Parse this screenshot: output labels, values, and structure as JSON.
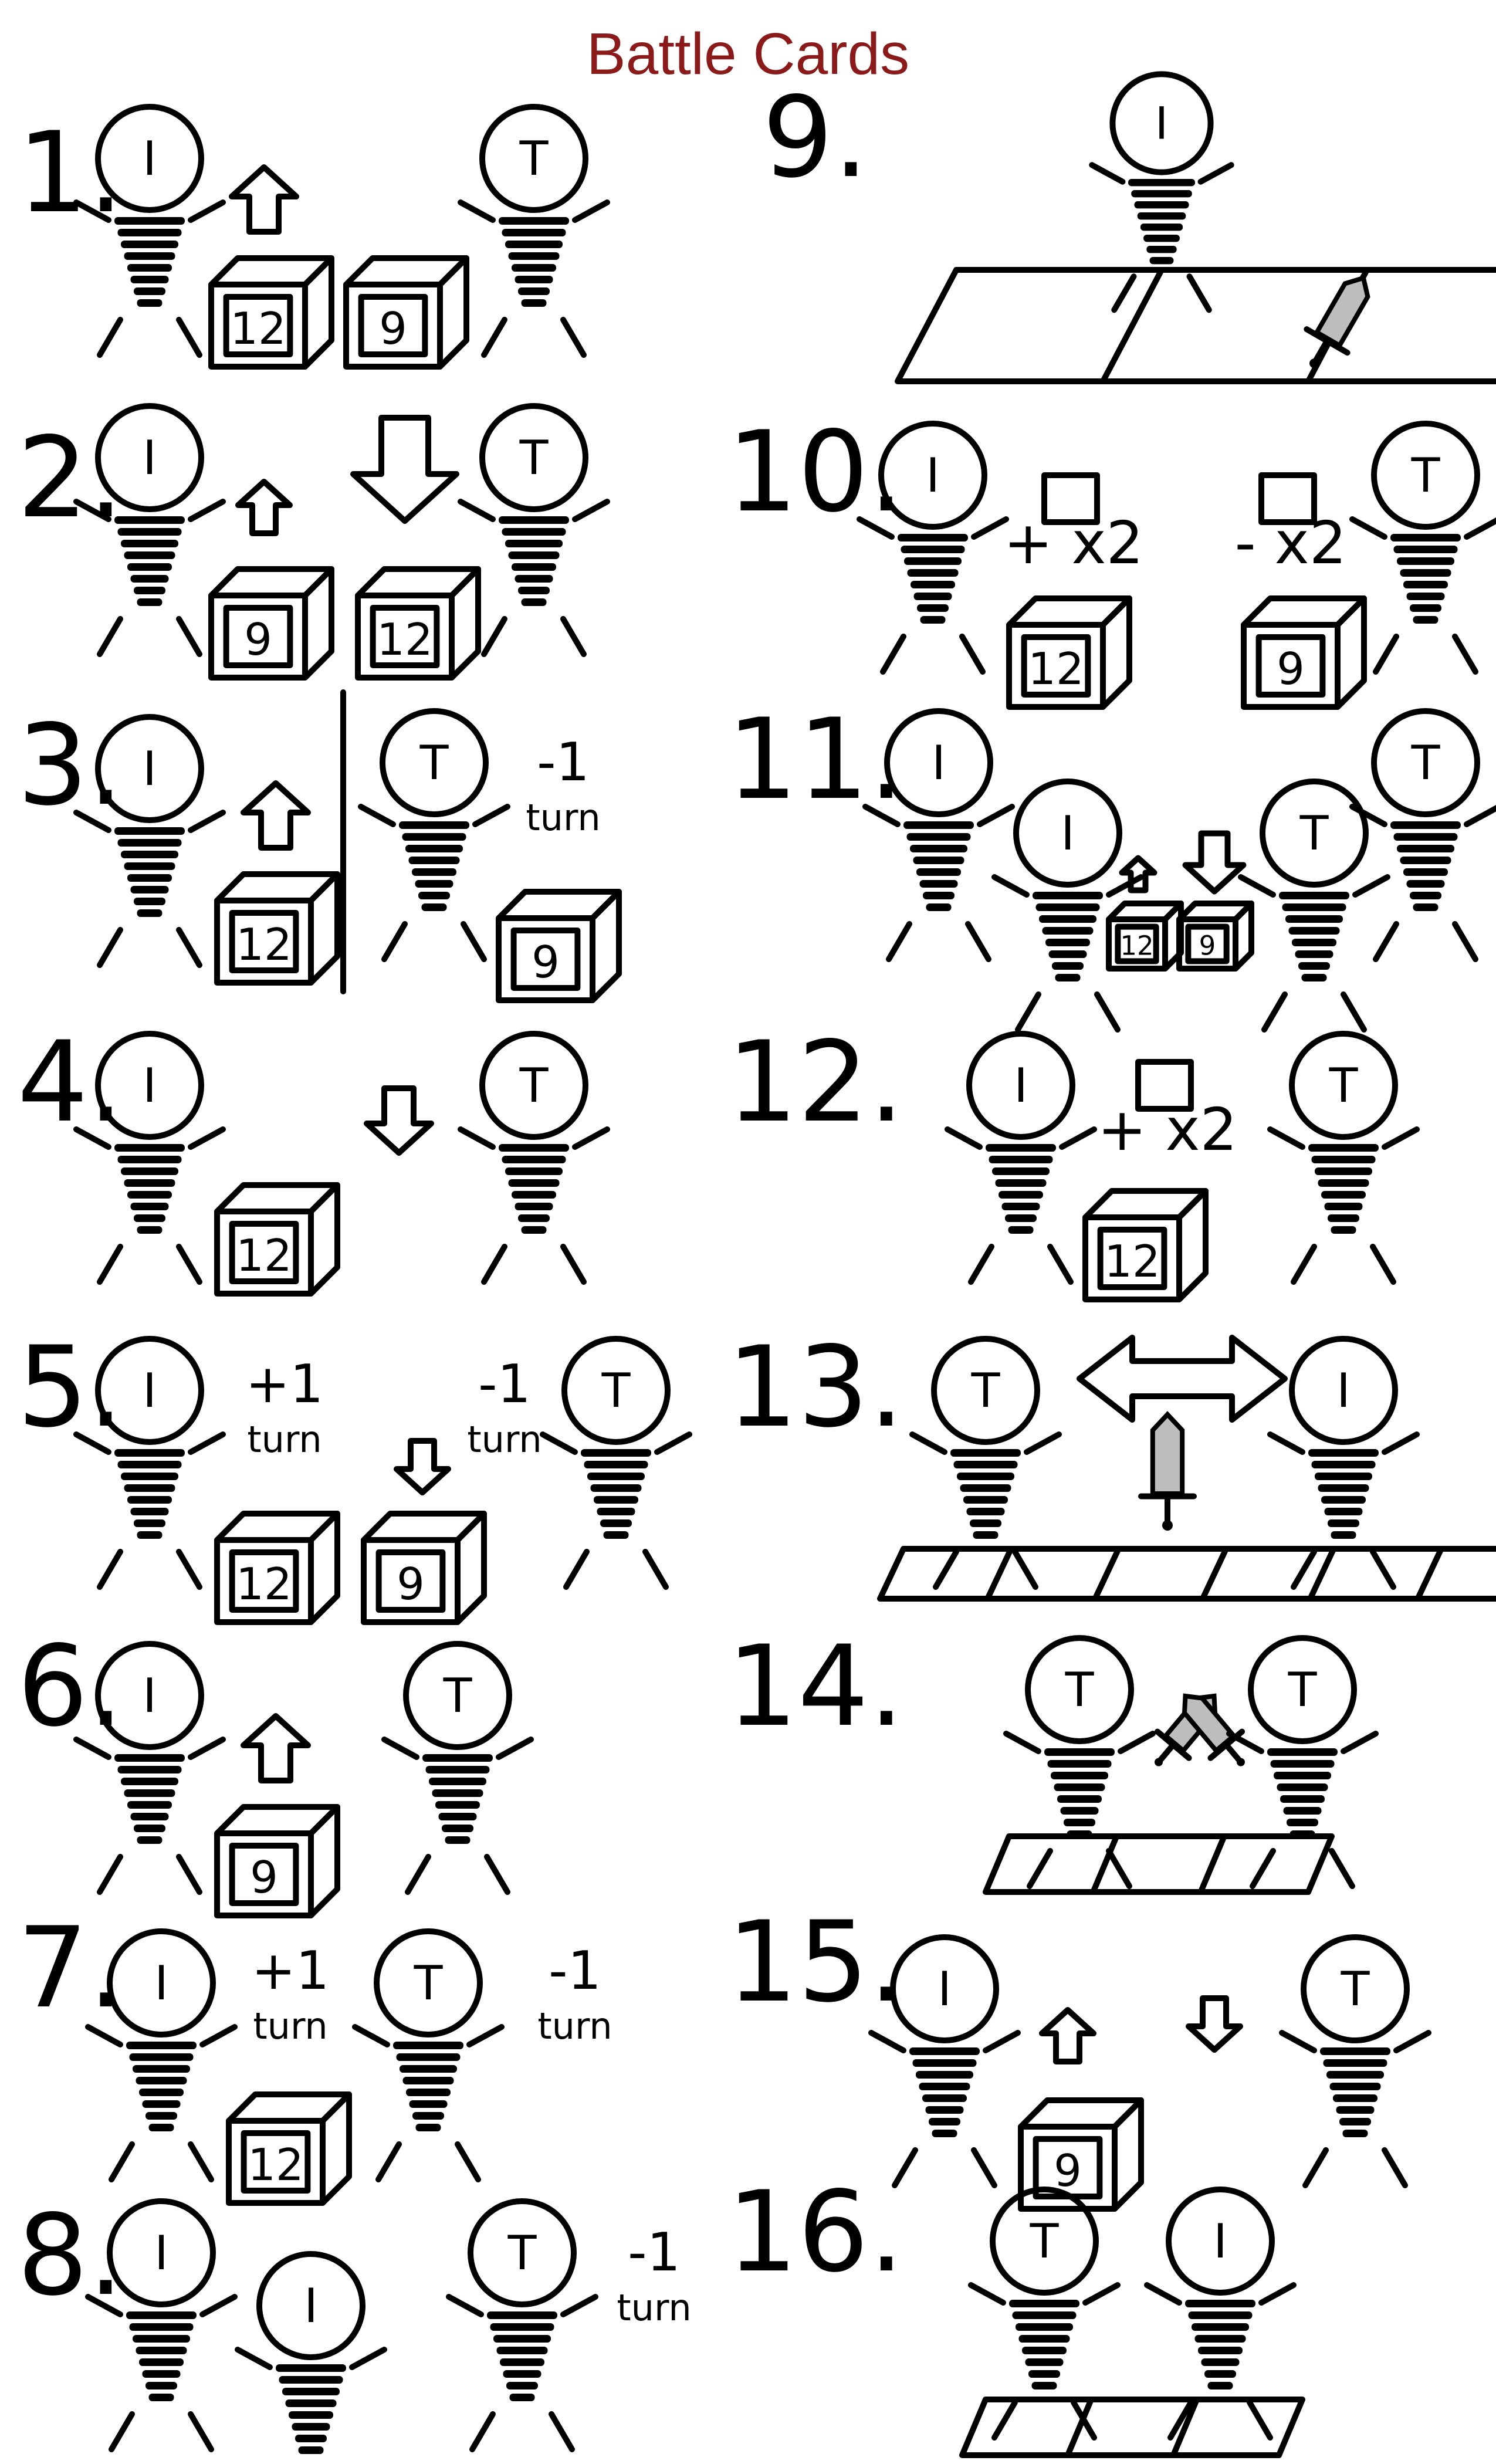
{
  "title": "Battle Cards",
  "accent_color": "#8b1a1a",
  "cards": [
    {
      "number": "1.",
      "left_head": "I",
      "right_head": "T",
      "dice": [
        "12",
        "9"
      ]
    },
    {
      "number": "2.",
      "left_head": "I",
      "right_head": "T",
      "dice": [
        "9",
        "12"
      ]
    },
    {
      "number": "3.",
      "left_head": "I",
      "right_head": "T",
      "dice": [
        "12",
        "9"
      ],
      "modifier": "-1",
      "modifier_word": "turn"
    },
    {
      "number": "4.",
      "left_head": "I",
      "right_head": "T",
      "dice": [
        "12"
      ]
    },
    {
      "number": "5.",
      "left_head": "I",
      "right_head": "T",
      "dice": [
        "12",
        "9"
      ],
      "left_modifier": "+1",
      "right_modifier": "-1",
      "modifier_word": "turn"
    },
    {
      "number": "6.",
      "left_head": "I",
      "right_head": "T",
      "dice": [
        "9"
      ]
    },
    {
      "number": "7.",
      "left_head": "I",
      "right_head": "T",
      "dice": [
        "12"
      ],
      "left_modifier": "+1",
      "right_modifier": "-1",
      "modifier_word": "turn"
    },
    {
      "number": "8.",
      "left_head": "I",
      "middle_head": "I",
      "right_head": "T",
      "modifier": "-1",
      "modifier_word": "turn"
    },
    {
      "number": "9.",
      "left_head": "I"
    },
    {
      "number": "10.",
      "left_head": "I",
      "right_head": "T",
      "dice": [
        "12",
        "9"
      ],
      "left_multiplier": "+ x2",
      "right_multiplier": "- x2"
    },
    {
      "number": "11.",
      "left_head": "I",
      "right_head": "T",
      "dice": [
        "12",
        "9"
      ]
    },
    {
      "number": "12.",
      "left_head": "I",
      "right_head": "T",
      "dice": [
        "12"
      ],
      "left_multiplier": "+ x2"
    },
    {
      "number": "13.",
      "left_head": "T",
      "right_head": "I"
    },
    {
      "number": "14.",
      "left_head": "T",
      "right_head": "T"
    },
    {
      "number": "15.",
      "left_head": "I",
      "right_head": "T",
      "dice": [
        "9"
      ]
    },
    {
      "number": "16.",
      "left_head": "T",
      "right_head": "I"
    }
  ]
}
